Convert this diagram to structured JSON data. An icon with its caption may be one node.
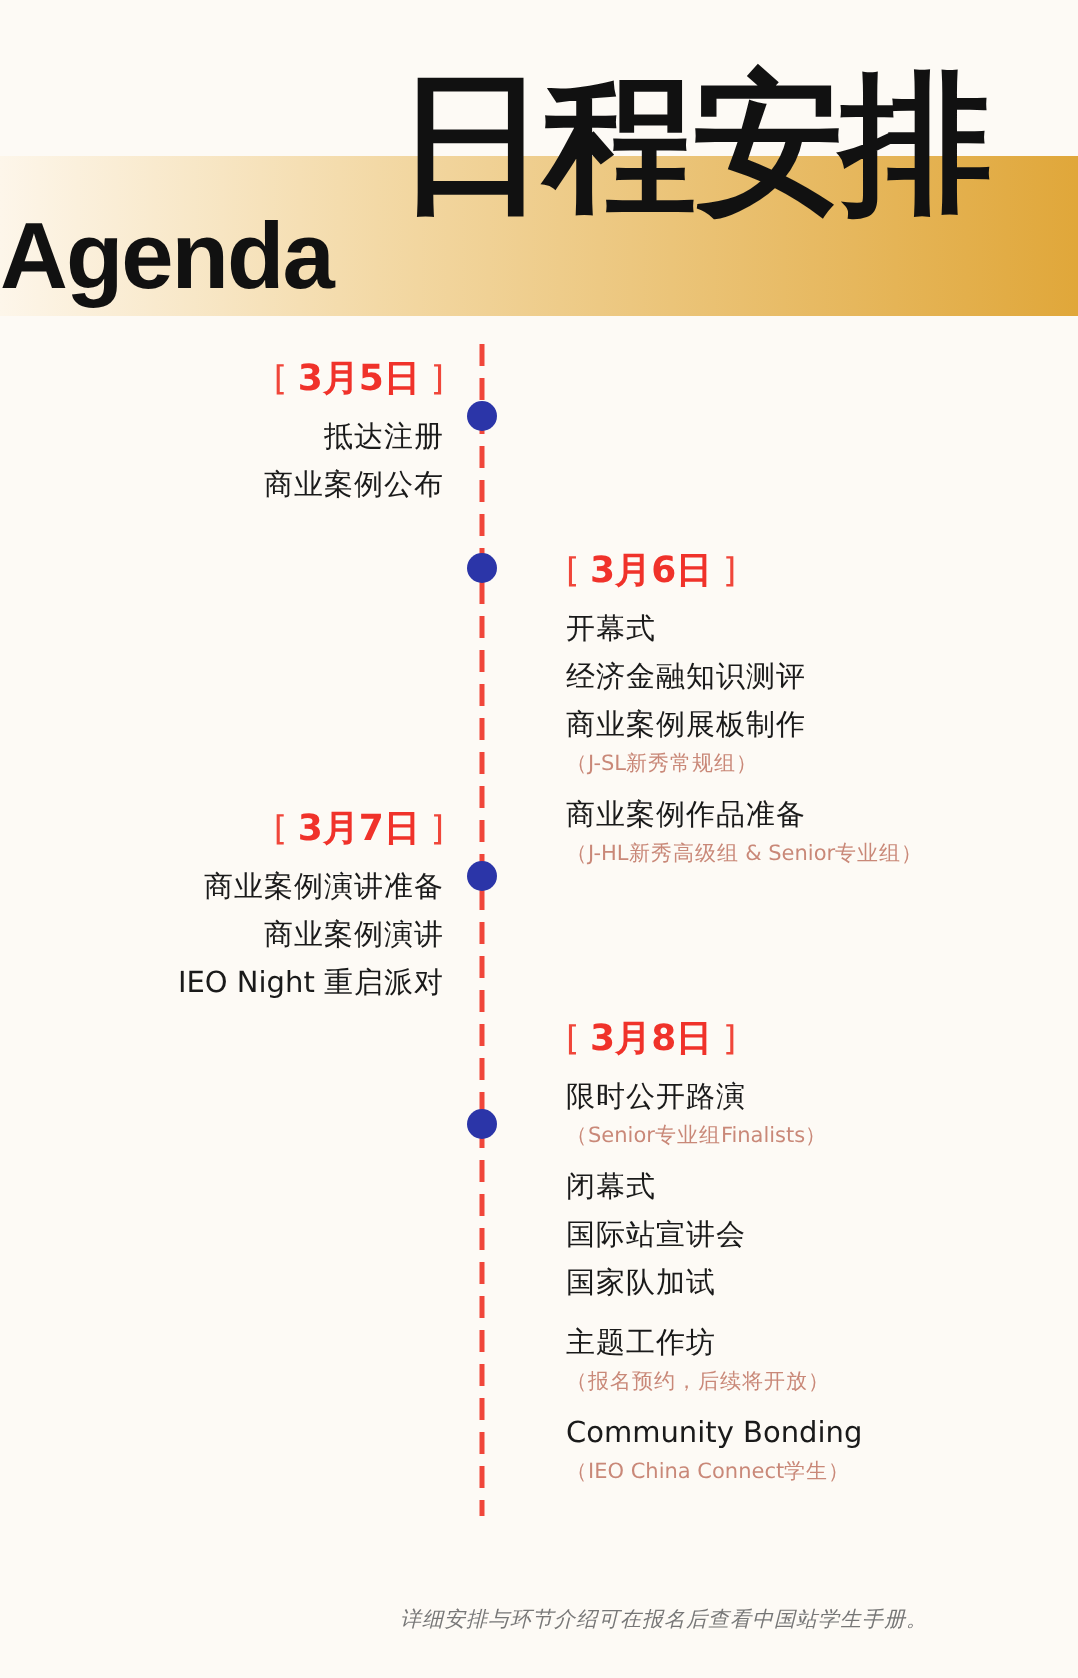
{
  "diagram": {
    "title": "日程安排",
    "nodes": [
      {
        "text": [
          "[ **3月5日** ]"
        ]
      },
      {
        "text": [
          "抵达注册",
          "商业案例公布"
        ],
        "in": 0
      },
      {
        "text": [
          "[ **3月6日** ]"
        ]
      },
      {
        "text": [
          "开幕式",
          "经济金融知识测评",
          "商业案例展板制作"
        ],
        "in": 2,
        "beside": [
          "（J-SL新秀常规组）"
        ]
      },
      {
        "text": [
          "商业案例作品准备"
        ],
        "in": 2,
        "beside": [
          "（J-HL新秀高级组 & Senior专业组）"
        ]
      },
      {
        "text": [
          "[ **3月7日** ]"
        ]
      },
      {
        "text": [
          "商业案例演讲准备",
          "商业案例演讲",
          "IEO Night 重启派对"
        ],
        "in": 5
      },
      {
        "text": [
          "[ **3月8日** ]"
        ]
      },
      {
        "text": [
          "限时公开路演"
        ],
        "in": 7,
        "beside": [
          "（Senior专业组Finalists）"
        ]
      },
      {
        "text": [
          "闭幕式",
          "国际站宣讲会",
          "国家队加试"
        ],
        "in": 7
      },
      {
        "text": [
          "主题工作坊"
        ],
        "in": 7,
        "beside": [
          "（报名预约，后续将开放）"
        ]
      },
      {
        "text": [
          "Community Bonding"
        ],
        "in": 7,
        "beside": [
          "（IEO China Connect学生）"
        ]
      }
    ],
    "labels": [
      "Agenda"
    ],
    "caption": "详细安排与环节介绍可在报名后查看中国站学生手册。"
  }
}
